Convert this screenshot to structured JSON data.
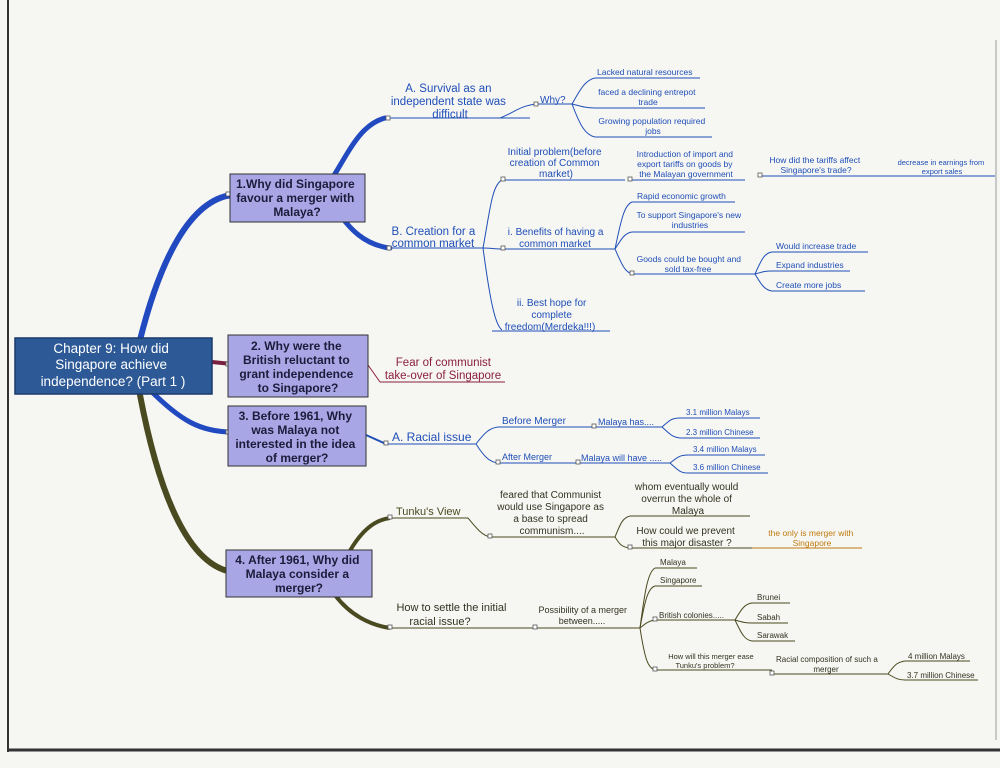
{
  "colors": {
    "blue": "#1f4fb8",
    "maroon": "#8a2040",
    "olive": "#4a4a20",
    "orange": "#c07a10",
    "box_fill": "#a9a6e6",
    "center_fill": "#2d5a96"
  },
  "center": {
    "line1": "Chapter 9: How did",
    "line2": "Singapore achieve",
    "line3": "independence?  (Part 1 )"
  },
  "q1": {
    "line1": "1.Why did Singapore",
    "line2": "favour a merger with",
    "line3": "Malaya?",
    "a_survival": {
      "line1": "A. Survival as an",
      "line2": "independent state was",
      "line3": "difficult",
      "why": "Why?",
      "reason1": "Lacked natural resources",
      "reason2_line1": "faced a declining entrepot",
      "reason2_line2": "trade",
      "reason3_line1": "Growing population required",
      "reason3_line2": "jobs"
    },
    "b_common_market": {
      "label": "B. Creation for a",
      "label2": "common market",
      "initial_line1": "Initial problem(before",
      "initial_line2": "creation of Common",
      "initial_line3": "market)",
      "tariff_line1": "Introduction of import and",
      "tariff_line2": "export tariffs on goods by",
      "tariff_line3": "the Malayan government",
      "affect_line1": "How did the tariffs affect",
      "affect_line2": "Singapore's trade?",
      "decrease_line1": "decrease in earnings from",
      "decrease_line2": "export sales",
      "benefits_line1": "i. Benefits of having a",
      "benefits_line2": "common market",
      "benefit1": "Rapid economic growth",
      "benefit2_line1": "To support Singapore's new",
      "benefit2_line2": "industries",
      "benefit3_line1": "Goods could be bought and",
      "benefit3_line2": "sold tax-free",
      "trade": "Would increase trade",
      "expand": "Expand industries",
      "jobs": "Create more jobs",
      "hope_line1": "ii. Best hope for",
      "hope_line2": "complete",
      "hope_line3": "freedom(Merdeka!!!)"
    }
  },
  "q2": {
    "line1": "2. Why were the",
    "line2": "British reluctant to",
    "line3": "grant independence",
    "line4": "to Singapore?",
    "answer_line1": "Fear of communist",
    "answer_line2": "take-over of Singapore"
  },
  "q3": {
    "line1": "3. Before 1961, Why",
    "line2": "was Malaya not",
    "line3": "interested in the idea",
    "line4": "of merger?",
    "racial": "A. Racial issue",
    "before": "Before Merger",
    "malaya_has": "Malaya has....",
    "b_malays": "3.1 million Malays",
    "b_chinese": "2.3 million Chinese",
    "after": "After Merger",
    "malaya_will": "Malaya will have .....",
    "a_malays": "3.4 million Malays",
    "a_chinese": "3.6 million Chinese"
  },
  "q4": {
    "line1": "4. After 1961, Why did",
    "line2": "Malaya consider a",
    "line3": "merger?",
    "tunku": "Tunku's View",
    "feared_line1": "feared that Communist",
    "feared_line2": "would use Singapore as",
    "feared_line3": "a base to spread",
    "feared_line4": "communism....",
    "whom_line1": "whom eventually would",
    "whom_line2": "overrun the whole of",
    "whom_line3": "Malaya",
    "prevent_line1": "How could we prevent",
    "prevent_line2": "this major disaster ?",
    "only_line1": "the only is merger with",
    "only_line2": "Singapore",
    "settle_line1": "How to settle the initial",
    "settle_line2": "racial issue?",
    "possibility_line1": "Possibility of a merger",
    "possibility_line2": "between.....",
    "malaya": "Malaya",
    "singapore": "Singapore",
    "british": "British colonies.....",
    "brunei": "Brunei",
    "sabah": "Sabah",
    "sarawak": "Sarawak",
    "ease_line1": "How will this merger ease",
    "ease_line2": "Tunku's problem?",
    "racial_comp_line1": "Racial composition of such a",
    "racial_comp_line2": "merger",
    "m_malays": "4 million Malays",
    "m_chinese": "3.7 million Chinese"
  }
}
